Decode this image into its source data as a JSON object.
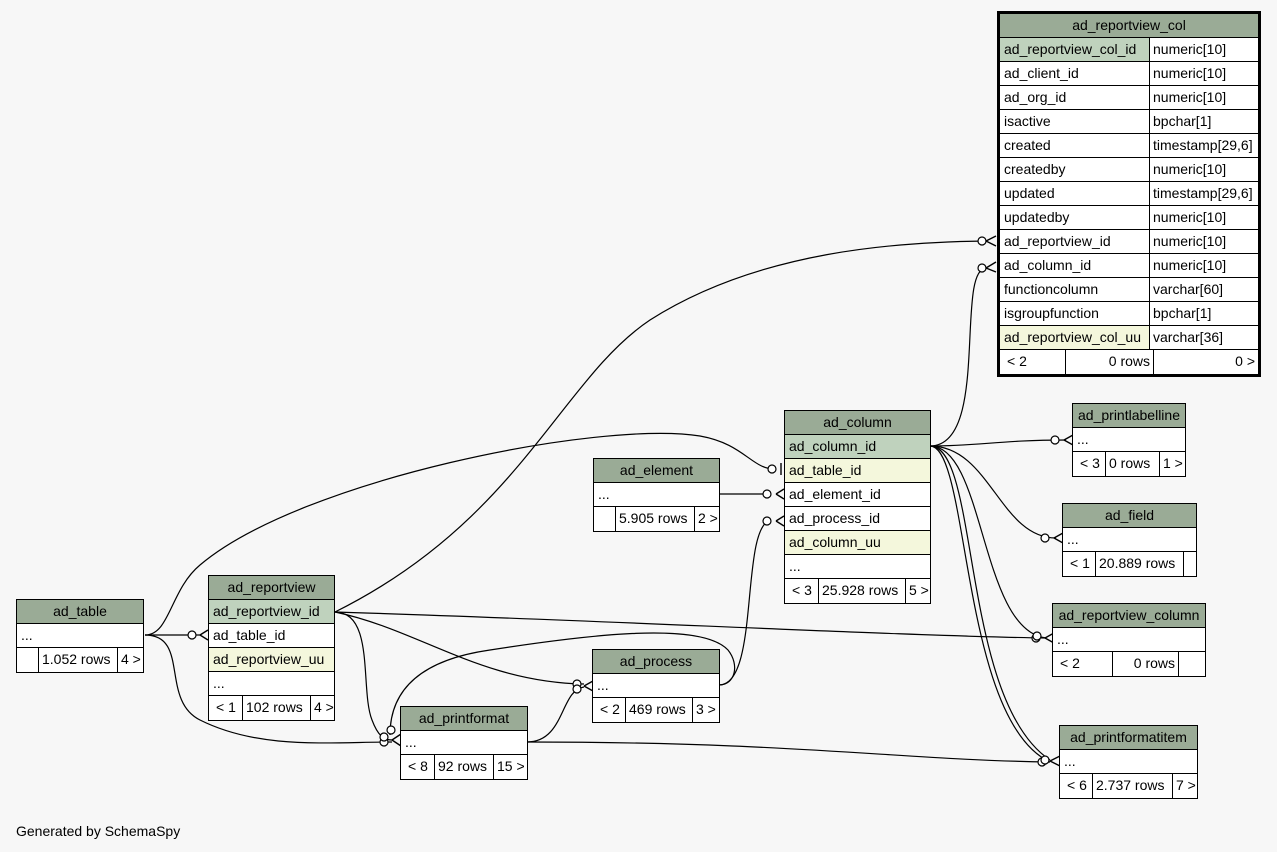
{
  "footer": {
    "generated_by": "Generated by SchemaSpy"
  },
  "tables": {
    "ad_reportview_col": {
      "name": "ad_reportview_col",
      "columns": [
        {
          "name": "ad_reportview_col_id",
          "type": "numeric[10]"
        },
        {
          "name": "ad_client_id",
          "type": "numeric[10]"
        },
        {
          "name": "ad_org_id",
          "type": "numeric[10]"
        },
        {
          "name": "isactive",
          "type": "bpchar[1]"
        },
        {
          "name": "created",
          "type": "timestamp[29,6]"
        },
        {
          "name": "createdby",
          "type": "numeric[10]"
        },
        {
          "name": "updated",
          "type": "timestamp[29,6]"
        },
        {
          "name": "updatedby",
          "type": "numeric[10]"
        },
        {
          "name": "ad_reportview_id",
          "type": "numeric[10]"
        },
        {
          "name": "ad_column_id",
          "type": "numeric[10]"
        },
        {
          "name": "functioncolumn",
          "type": "varchar[60]"
        },
        {
          "name": "isgroupfunction",
          "type": "bpchar[1]"
        },
        {
          "name": "ad_reportview_col_uu",
          "type": "varchar[36]"
        }
      ],
      "parents": "< 2",
      "rows": "0 rows",
      "children": "0 >"
    },
    "ad_column": {
      "name": "ad_column",
      "columns": [
        "ad_column_id",
        "ad_table_id",
        "ad_element_id",
        "ad_process_id",
        "ad_column_uu",
        "..."
      ],
      "parents": "< 3",
      "rows": "25.928 rows",
      "children": "5 >"
    },
    "ad_element": {
      "name": "ad_element",
      "columns": [
        "..."
      ],
      "parents": "",
      "rows": "5.905 rows",
      "children": "2 >"
    },
    "ad_table": {
      "name": "ad_table",
      "columns": [
        "..."
      ],
      "parents": "",
      "rows": "1.052 rows",
      "children": "4 >"
    },
    "ad_reportview": {
      "name": "ad_reportview",
      "columns": [
        "ad_reportview_id",
        "ad_table_id",
        "ad_reportview_uu",
        "..."
      ],
      "parents": "< 1",
      "rows": "102 rows",
      "children": "4 >"
    },
    "ad_process": {
      "name": "ad_process",
      "columns": [
        "..."
      ],
      "parents": "< 2",
      "rows": "469 rows",
      "children": "3 >"
    },
    "ad_printformat": {
      "name": "ad_printformat",
      "columns": [
        "..."
      ],
      "parents": "< 8",
      "rows": "92 rows",
      "children": "15 >"
    },
    "ad_printlabelline": {
      "name": "ad_printlabelline",
      "columns": [
        "..."
      ],
      "parents": "< 3",
      "rows": "0 rows",
      "children": "1 >"
    },
    "ad_field": {
      "name": "ad_field",
      "columns": [
        "..."
      ],
      "parents": "< 1",
      "rows": "20.889 rows",
      "children": ""
    },
    "ad_reportview_column": {
      "name": "ad_reportview_column",
      "columns": [
        "..."
      ],
      "parents": "< 2",
      "rows": "0 rows",
      "children": ""
    },
    "ad_printformatitem": {
      "name": "ad_printformatitem",
      "columns": [
        "..."
      ],
      "parents": "< 6",
      "rows": "2.737 rows",
      "children": "7 >"
    }
  }
}
